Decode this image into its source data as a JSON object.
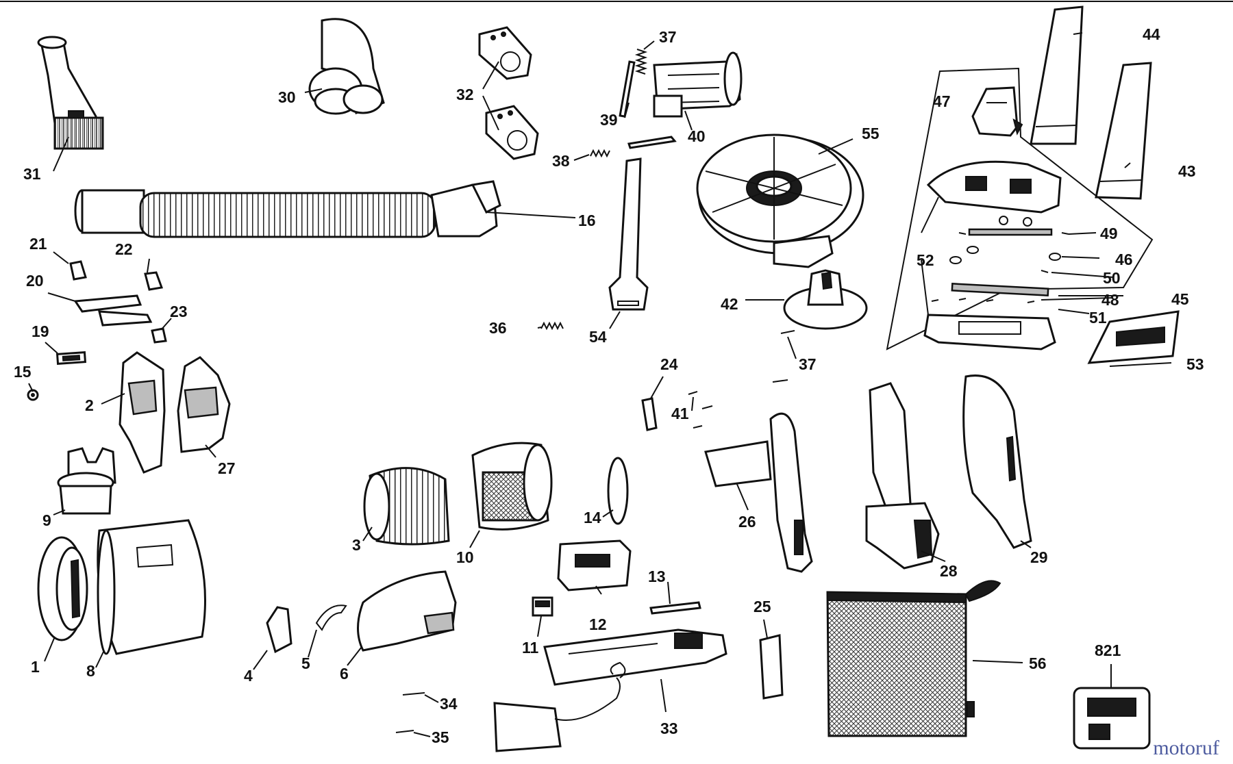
{
  "watermark": "motoruf",
  "callouts": [
    {
      "id": "c1",
      "text": "1"
    },
    {
      "id": "c2",
      "text": "2"
    },
    {
      "id": "c3",
      "text": "3"
    },
    {
      "id": "c4",
      "text": "4"
    },
    {
      "id": "c5",
      "text": "5"
    },
    {
      "id": "c6",
      "text": "6"
    },
    {
      "id": "c8",
      "text": "8"
    },
    {
      "id": "c9",
      "text": "9"
    },
    {
      "id": "c10",
      "text": "10"
    },
    {
      "id": "c11",
      "text": "11"
    },
    {
      "id": "c12",
      "text": "12"
    },
    {
      "id": "c13",
      "text": "13"
    },
    {
      "id": "c14",
      "text": "14"
    },
    {
      "id": "c15",
      "text": "15"
    },
    {
      "id": "c16",
      "text": "16"
    },
    {
      "id": "c19",
      "text": "19"
    },
    {
      "id": "c20",
      "text": "20"
    },
    {
      "id": "c21",
      "text": "21"
    },
    {
      "id": "c22",
      "text": "22"
    },
    {
      "id": "c23",
      "text": "23"
    },
    {
      "id": "c24",
      "text": "24"
    },
    {
      "id": "c25",
      "text": "25"
    },
    {
      "id": "c26",
      "text": "26"
    },
    {
      "id": "c27",
      "text": "27"
    },
    {
      "id": "c28",
      "text": "28"
    },
    {
      "id": "c29",
      "text": "29"
    },
    {
      "id": "c30",
      "text": "30"
    },
    {
      "id": "c31",
      "text": "31"
    },
    {
      "id": "c32",
      "text": "32"
    },
    {
      "id": "c33",
      "text": "33"
    },
    {
      "id": "c34",
      "text": "34"
    },
    {
      "id": "c35",
      "text": "35"
    },
    {
      "id": "c36",
      "text": "36"
    },
    {
      "id": "c37a",
      "text": "37"
    },
    {
      "id": "c37b",
      "text": "37"
    },
    {
      "id": "c38",
      "text": "38"
    },
    {
      "id": "c39",
      "text": "39"
    },
    {
      "id": "c40",
      "text": "40"
    },
    {
      "id": "c41",
      "text": "41"
    },
    {
      "id": "c42",
      "text": "42"
    },
    {
      "id": "c43",
      "text": "43"
    },
    {
      "id": "c44",
      "text": "44"
    },
    {
      "id": "c45",
      "text": "45"
    },
    {
      "id": "c46",
      "text": "46"
    },
    {
      "id": "c47",
      "text": "47"
    },
    {
      "id": "c48",
      "text": "48"
    },
    {
      "id": "c49",
      "text": "49"
    },
    {
      "id": "c50",
      "text": "50"
    },
    {
      "id": "c51",
      "text": "51"
    },
    {
      "id": "c52",
      "text": "52"
    },
    {
      "id": "c53",
      "text": "53"
    },
    {
      "id": "c54",
      "text": "54"
    },
    {
      "id": "c55",
      "text": "55"
    },
    {
      "id": "c56",
      "text": "56"
    },
    {
      "id": "c821",
      "text": "821"
    }
  ]
}
